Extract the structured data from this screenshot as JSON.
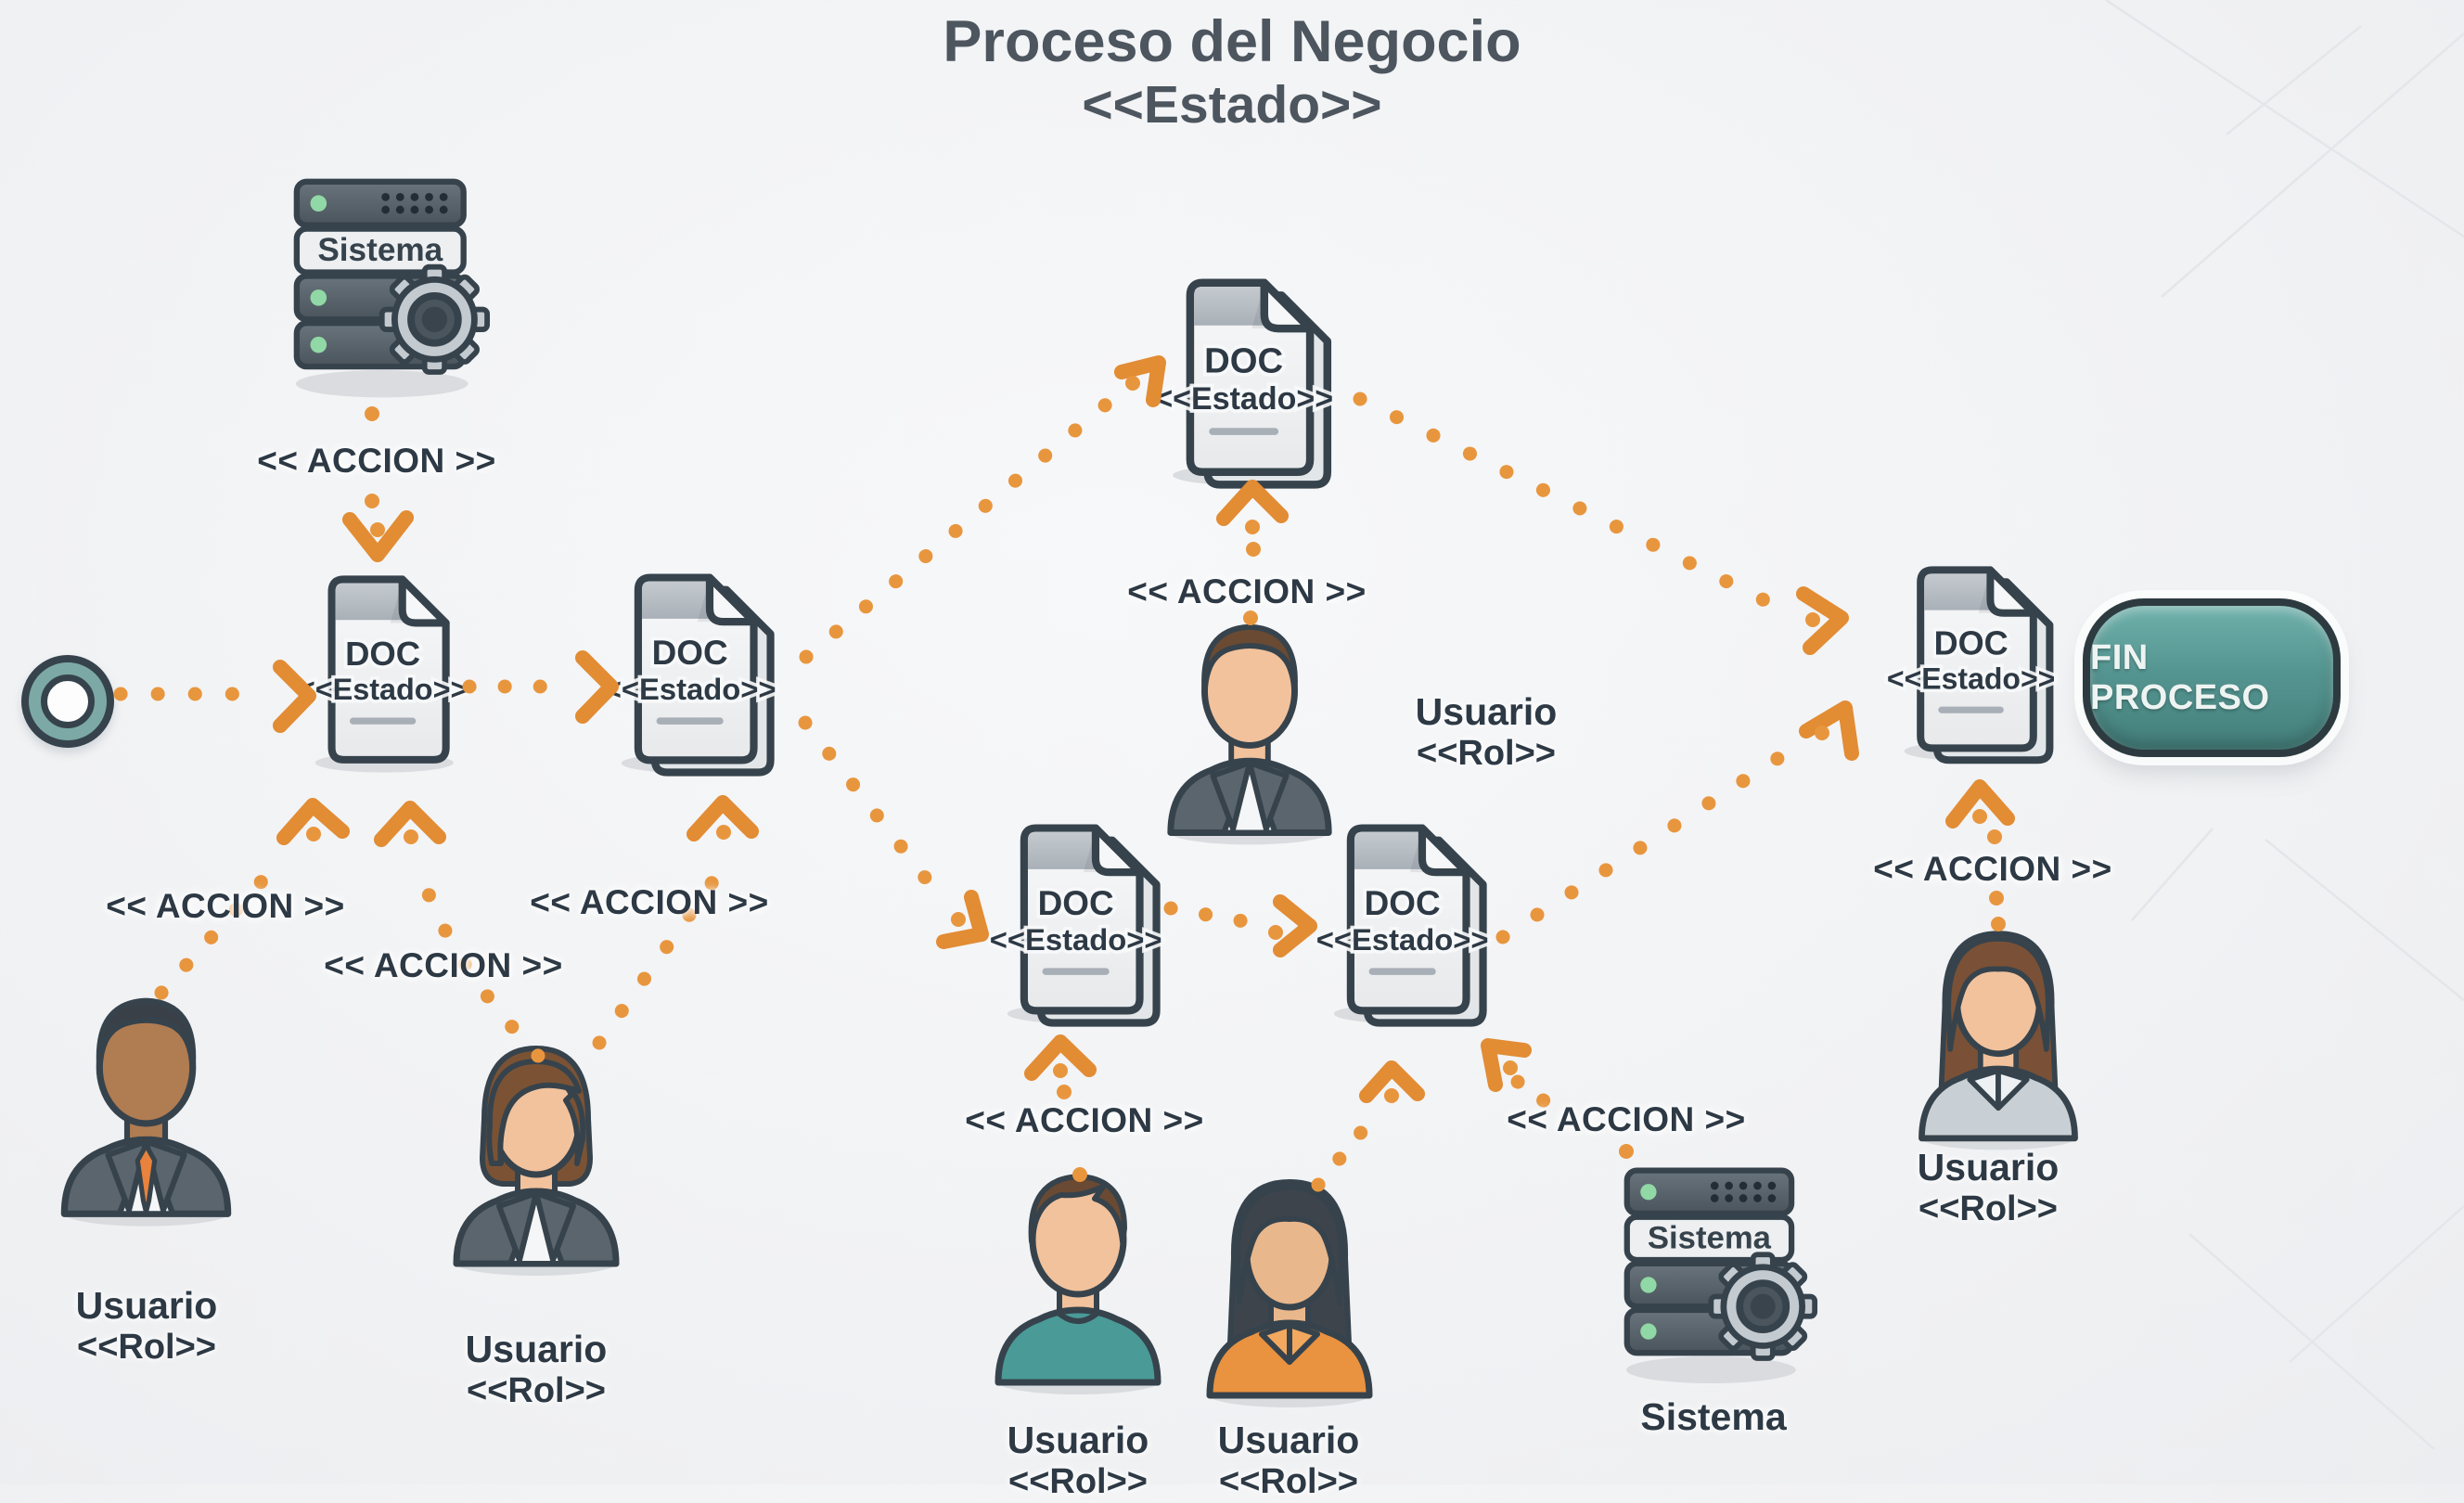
{
  "title": {
    "line1": "Proceso del Negocio",
    "line2": "<<Estado>>"
  },
  "labels": {
    "accion": "<< ACCION >>",
    "usuario": "Usuario",
    "rol": "<<Rol>>",
    "doc": "DOC",
    "estado": "<<Estado>>",
    "sistema": "Sistema",
    "fin": "FIN PROCESO"
  },
  "diagram": {
    "type": "business-process-flow",
    "start_node": {
      "shape": "circle"
    },
    "end_node": {
      "label": "FIN PROCESO"
    },
    "documents": [
      {
        "id": "doc-1",
        "name": "DOC",
        "state": "<<Estado>>",
        "stacked": false
      },
      {
        "id": "doc-2",
        "name": "DOC",
        "state": "<<Estado>>",
        "stacked": true
      },
      {
        "id": "doc-3",
        "name": "DOC",
        "state": "<<Estado>>",
        "stacked": true
      },
      {
        "id": "doc-4",
        "name": "DOC",
        "state": "<<Estado>>",
        "stacked": true
      },
      {
        "id": "doc-5",
        "name": "DOC",
        "state": "<<Estado>>",
        "stacked": true
      },
      {
        "id": "doc-6",
        "name": "DOC",
        "state": "<<Estado>>",
        "stacked": true
      }
    ],
    "systems": [
      {
        "id": "system-top-left",
        "label": "Sistema"
      },
      {
        "id": "system-bottom-right",
        "label": "Sistema",
        "caption": "Sistema"
      }
    ],
    "users": [
      {
        "id": "user-left-man",
        "label": "Usuario",
        "role": "<<Rol>>"
      },
      {
        "id": "user-left-woman",
        "label": "Usuario",
        "role": "<<Rol>>"
      },
      {
        "id": "user-center-man",
        "label": "Usuario",
        "role": "<<Rol>>"
      },
      {
        "id": "user-teal-man",
        "label": "Usuario",
        "role": "<<Rol>>"
      },
      {
        "id": "user-orange-woman",
        "label": "Usuario",
        "role": "<<Rol>>"
      },
      {
        "id": "user-right-woman",
        "label": "Usuario",
        "role": "<<Rol>>"
      }
    ],
    "action_labels": [
      "<< ACCION >>",
      "<< ACCION >>",
      "<< ACCION >>",
      "<< ACCION >>",
      "<< ACCION >>",
      "<< ACCION >>",
      "<< ACCION >>",
      "<< ACCION >>"
    ]
  },
  "theme": {
    "bg": "#f1f2f4",
    "outline": "#36434c",
    "orange": "#e8963e",
    "orangeDeep": "#e28c34",
    "teal": "#7ca9a5",
    "btn": "#549490",
    "btnDark": "#44807c",
    "btnLight": "#6fb0ab",
    "btnText": "#eef4f2",
    "btnBorder": "#2d3b40",
    "docBody": "#f5f6f8",
    "docBody2": "#e7e9eb",
    "docBand": "#bcc3c9",
    "docBand2": "#a9b0b7",
    "docBack": "#e3e6e8",
    "docFold": "#f6f7f8",
    "docLine": "#a8afb6",
    "serverDark": "#67717a",
    "serverDark2": "#4a545c",
    "serverLight": "#edeff1",
    "led": "#90d8a5",
    "vent": "#232d35",
    "gear": "#c3cad0",
    "gearCenter": "#4a555d",
    "titleColor": "#4d565f",
    "labelColor": "#2d3944",
    "shadow": "#d3d6da",
    "suit": "#5b656d",
    "shirt": "#f5f6f7",
    "tie": "#e8823c",
    "tealShirt": "#4a9a98",
    "orangeShirt": "#e9923f",
    "orangeCollar": "#f2a85e",
    "blouse": "#c9d0d5",
    "blouseCollar": "#eef1f3",
    "skinLight": "#f2c29c",
    "skinTan": "#e9b78c",
    "skinDark": "#b07c52",
    "hairBrown": "#6a4a33",
    "hairDark": "#3a4047",
    "hairDarkGray": "#3e444c",
    "hairMidBrown": "#7b5334",
    "hairChestnut": "#7a5136"
  }
}
